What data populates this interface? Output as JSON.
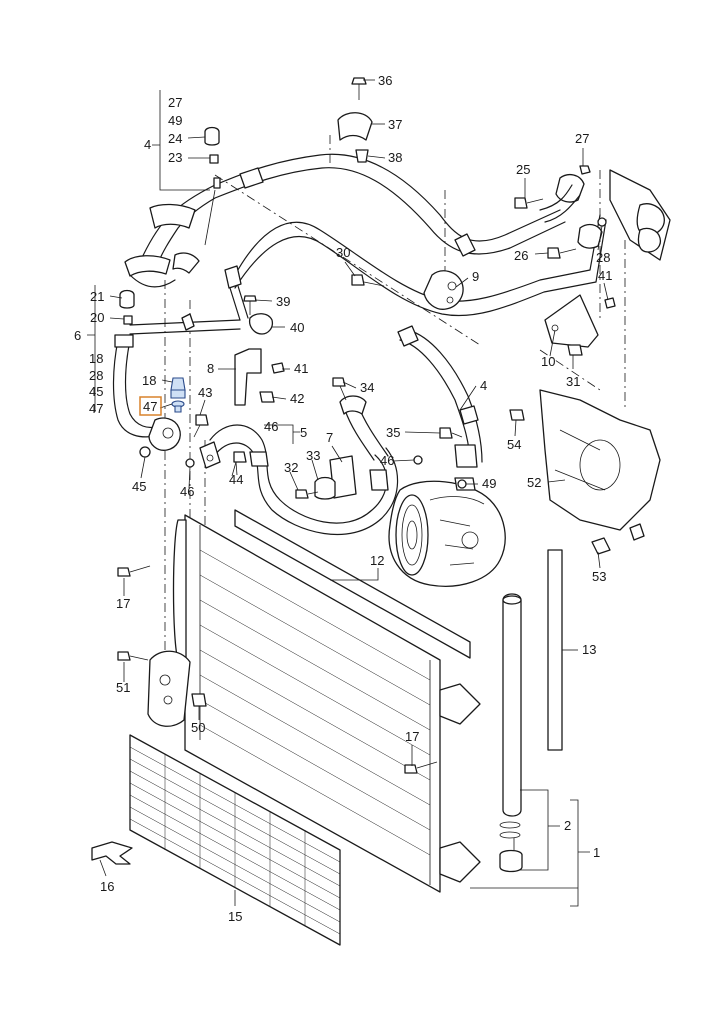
{
  "diagram": {
    "callouts": [
      "36",
      "37",
      "38",
      "27",
      "49",
      "24",
      "23",
      "4",
      "25",
      "27",
      "28",
      "26",
      "30",
      "9",
      "41",
      "21",
      "20",
      "39",
      "40",
      "6",
      "18",
      "28",
      "45",
      "47",
      "10",
      "31",
      "8",
      "41",
      "18",
      "47",
      "43",
      "42",
      "34",
      "4",
      "54",
      "46",
      "5",
      "35",
      "7",
      "33",
      "46",
      "49",
      "52",
      "45",
      "46",
      "44",
      "32",
      "12",
      "17",
      "53",
      "13",
      "51",
      "50",
      "17",
      "2",
      "1",
      "16",
      "15"
    ],
    "highlighted_callout": "47",
    "groups": {
      "left_bracket_top": [
        "27",
        "49",
        "24",
        "23"
      ],
      "left_bracket_top_label": "4",
      "left_bracket_mid": [
        "21",
        "20",
        "18",
        "28",
        "45",
        "47"
      ],
      "left_bracket_mid_label": "6",
      "hose_bracket_labels": [
        "46",
        "5"
      ],
      "drier_bracket_labels": [
        "2",
        "1"
      ]
    }
  }
}
